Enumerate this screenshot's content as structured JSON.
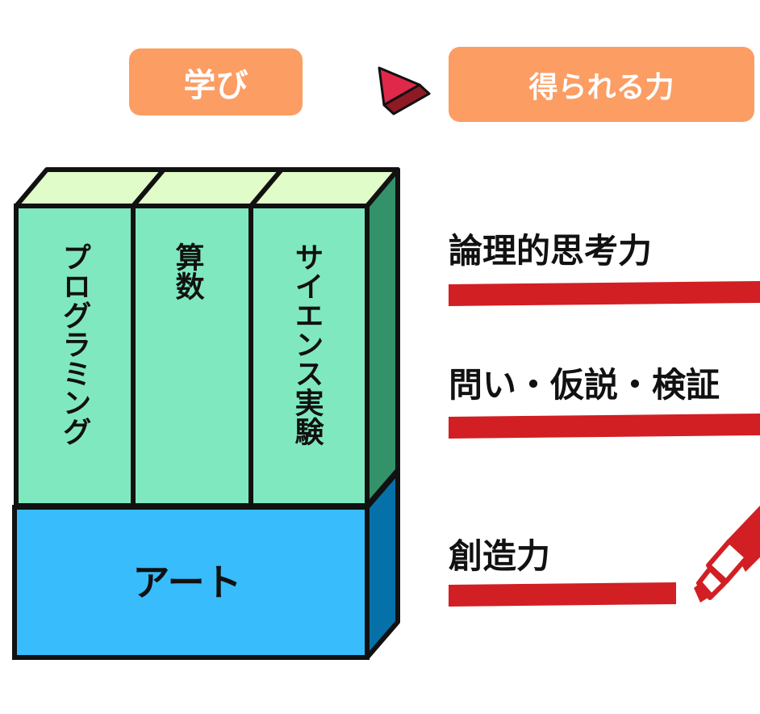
{
  "header": {
    "learn_label": "学び",
    "power_label": "得られる力"
  },
  "blocks": {
    "columns": [
      "プログラミング",
      "算数",
      "サイエンス実験"
    ],
    "base": "アート"
  },
  "skills": [
    "論理的思考力",
    "問い・仮説・検証",
    "創造力"
  ],
  "colors": {
    "pill": "#fc9d63",
    "column_front": "#80e8bf",
    "column_top": "#e0fcc8",
    "column_side": "#33926a",
    "base_front": "#38bcfc",
    "base_side": "#0671a8",
    "underline": "#d11f24",
    "arrow": "#e0284a"
  }
}
